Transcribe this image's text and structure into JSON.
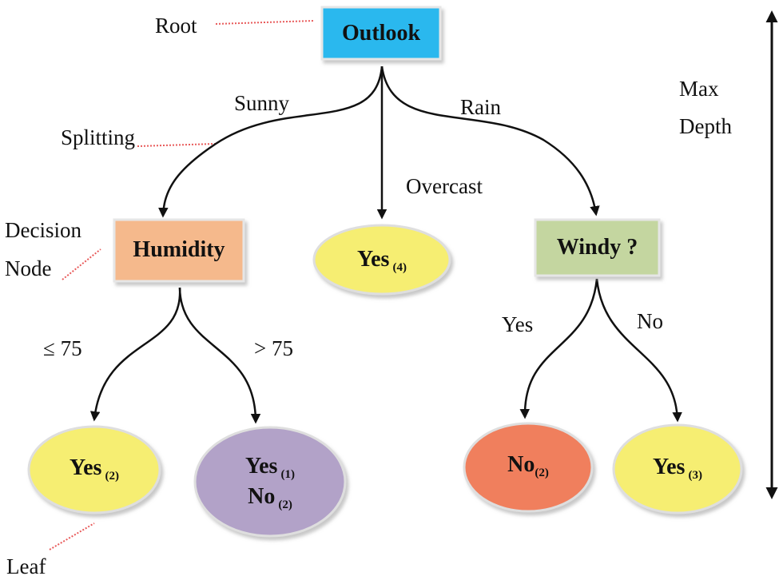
{
  "annotations": {
    "root": "Root",
    "splitting": "Splitting",
    "decision_node_line1": "Decision",
    "decision_node_line2": "Node",
    "leaf": "Leaf",
    "max_depth_line1": "Max",
    "max_depth_line2": "Depth"
  },
  "nodes": {
    "outlook": {
      "label": "Outlook",
      "color": "#2ab8ee"
    },
    "humidity": {
      "label": "Humidity",
      "color": "#f5b98c"
    },
    "windy": {
      "label": "Windy ?",
      "color": "#c4d6a0"
    },
    "overcast_leaf": {
      "label": "Yes",
      "count": "(4)",
      "color": "#f6ee72"
    },
    "humidity_low_leaf": {
      "label": "Yes",
      "count": "(2)",
      "color": "#f6ee72"
    },
    "humidity_high_leaf": {
      "line1": "Yes",
      "count1": "(1)",
      "line2": "No",
      "count2": "(2)",
      "color": "#b2a2c8"
    },
    "windy_yes_leaf": {
      "label": "No",
      "count": "(2)",
      "color": "#f07f5d"
    },
    "windy_no_leaf": {
      "label": "Yes",
      "count": "(3)",
      "color": "#f6ee72"
    }
  },
  "edges": {
    "sunny": "Sunny",
    "overcast": "Overcast",
    "rain": "Rain",
    "le75": "≤ 75",
    "gt75": "> 75",
    "yes": "Yes",
    "no": "No"
  }
}
